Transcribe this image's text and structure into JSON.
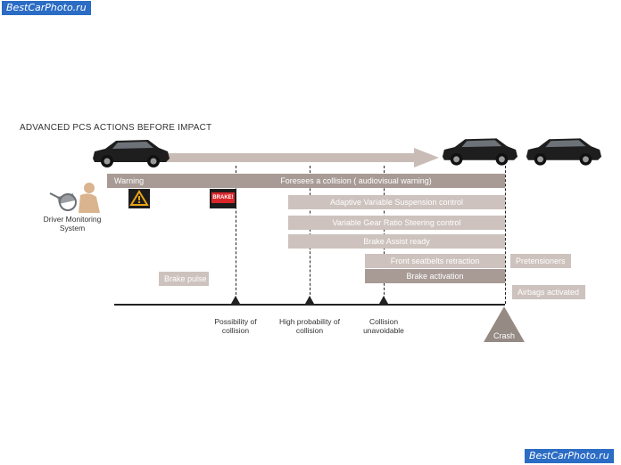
{
  "watermark": {
    "top": "BestCarPhoto.ru",
    "bottom": "BestCarPhoto.ru"
  },
  "title": "ADVANCED PCS ACTIONS BEFORE IMPACT",
  "driver_monitoring": "Driver Monitoring System",
  "bars": {
    "warning": "Warning",
    "foresees": "Foresees a collision ( audiovisual warning)",
    "avs": "Adaptive Variable Suspension control",
    "vgrs": "Variable Gear Ratio Steering control",
    "brake_assist": "Brake Assist ready",
    "seatbelts": "Front seatbelts retraction",
    "brake_activation": "Brake activation",
    "brake_pulse": "Brake pulse"
  },
  "side_boxes": {
    "pretensioners": "Pretensioners",
    "airbags": "Airbags activated"
  },
  "brake_icon_text": "BRAKE!",
  "timeline": {
    "possibility": "Possibility of collision",
    "high_probability": "High probability of collision",
    "unavoidable": "Collision unavoidable",
    "crash": "Crash"
  },
  "colors": {
    "bar_dark": "#a89b95",
    "bar_light": "#cdc2bd",
    "arrow": "#c9bcb6",
    "crash": "#968a84",
    "brake_icon": "#d8262a"
  }
}
